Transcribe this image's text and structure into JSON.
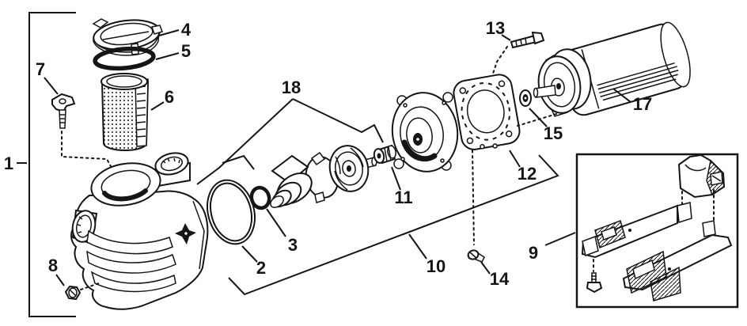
{
  "canvas": {
    "background": "#ffffff",
    "ink": "#151515"
  },
  "labels": {
    "l1": "1",
    "l2": "2",
    "l3": "3",
    "l4": "4",
    "l5": "5",
    "l6": "6",
    "l7": "7",
    "l8": "8",
    "l9": "9",
    "l10": "10",
    "l11": "11",
    "l12": "12",
    "l13": "13",
    "l14": "14",
    "l15": "15",
    "l17": "17",
    "l18": "18"
  }
}
